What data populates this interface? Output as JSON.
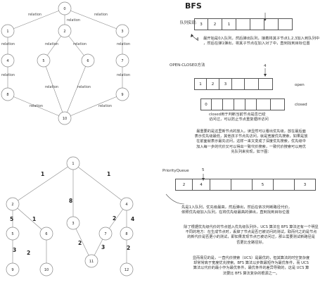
{
  "title": "BFS",
  "queue": {
    "label": "队列实现:",
    "cells": [
      "3",
      "2",
      "1",
      "",
      "",
      "",
      ""
    ],
    "in_marker": "4",
    "out_marker": "",
    "desc": [
      "最开始是0入队列，然后弹出队列，接着将其子节点1,2,3加入到队列中",
      "，然后在弹1弹出，将其子节点在加入对了中，直到找到目标位置"
    ]
  },
  "oc": {
    "label": "OPEN-CLOSED方法",
    "marker": "4",
    "open_label": "open",
    "closed_label": "closed",
    "open_cells": [
      "1",
      "2",
      "3",
      "",
      "",
      ""
    ],
    "closed_cells": [
      "0",
      "",
      "",
      "",
      "",
      "",
      ""
    ],
    "note": [
      "closed用于判断当前节点是否已经",
      "访问过，可以防止节点重复循环访问"
    ]
  },
  "para1": [
    "最重要的是这里新节点的放入，读显然可以看出优先级，放在最后面",
    "表示优先级最低，其他孩子节点先访问，就是宽度优先搜索，如果是放",
    "在前面就表示最先访问，这样一来又变成了深度优先搜索，优先级中",
    "加入每一步的代价又可以得出一致代价搜索，一致代价搜索可以用优",
    "先队列来实现，如下图："
  ],
  "pq": {
    "label": "PriorityQueue",
    "cells": [
      "2",
      "4",
      "",
      "",
      "5",
      "",
      "3"
    ],
    "marker": "5",
    "desc": [
      "先是1入队列，优先级最高，然后弹出，然后在依次判断路径代价，",
      "依照优先级加入队列，在将优先级最高的弹出，直到找到目标位置"
    ]
  },
  "para2": [
    "除了根据优先级代价的节点插入优先级队列外，UCS 算法在 BFS 算法还有一个明显",
    "不同的地方：在生成节点时，丢掉了节点是否已被访问的测试，取而代之的是节点",
    "的新代价是否更小的测试，即如果发现节点已被访问过，那么需要测试新路径是",
    "否更比全路径好。"
  ],
  "para3": [
    "显而易见的是，一直代价搜索（UCS）是最优的，但其算法的时空复杂度",
    "却常常高于宽度优先搜索。BFS 算法以步数最短作为最优条件，而 UCS",
    "算法以代价的最小作为最优条件，最优条件的差异导致的，这是 UCS 算",
    "法要比 BFS 算法复杂的根源之一。"
  ],
  "tree1": {
    "edge_label": "relation",
    "nodes": [
      "0",
      "1",
      "2",
      "3",
      "4",
      "5",
      "6",
      "7",
      "8",
      "9",
      "10"
    ]
  },
  "tree2": {
    "nodes": [
      "1",
      "2",
      "3",
      "4",
      "5",
      "6",
      "7",
      "8",
      "9",
      "10",
      "11",
      "12"
    ],
    "weights": [
      "1",
      "8",
      "1",
      "5",
      "1",
      "2",
      "4",
      "3",
      "2",
      "2",
      "3",
      "2"
    ]
  }
}
